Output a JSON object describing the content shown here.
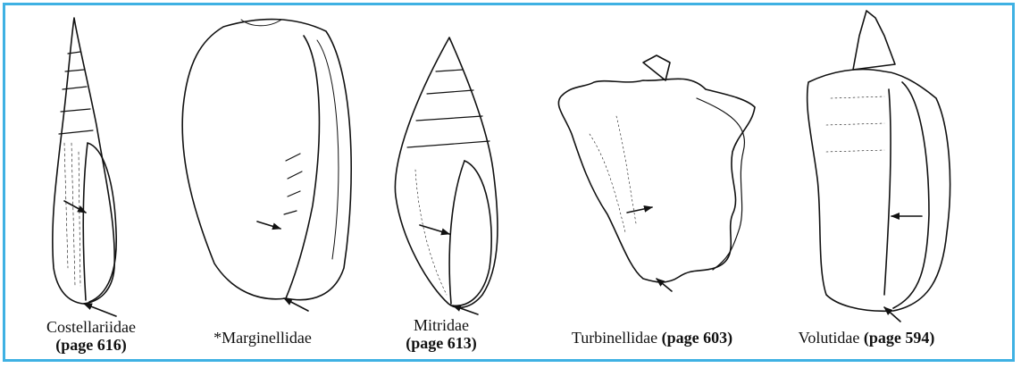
{
  "figure": {
    "families": [
      {
        "name": "Costellariidae",
        "page": "(page 616)"
      },
      {
        "name": "*Marginellidae",
        "page": ""
      },
      {
        "name": "Mitridae",
        "page": "(page 613)"
      },
      {
        "name": "Turbinellidae",
        "page": "(page 603)"
      },
      {
        "name": "Volutidae",
        "page": "(page 594)"
      }
    ],
    "colors": {
      "frame": "#3fb1e3",
      "ink": "#111111"
    }
  }
}
